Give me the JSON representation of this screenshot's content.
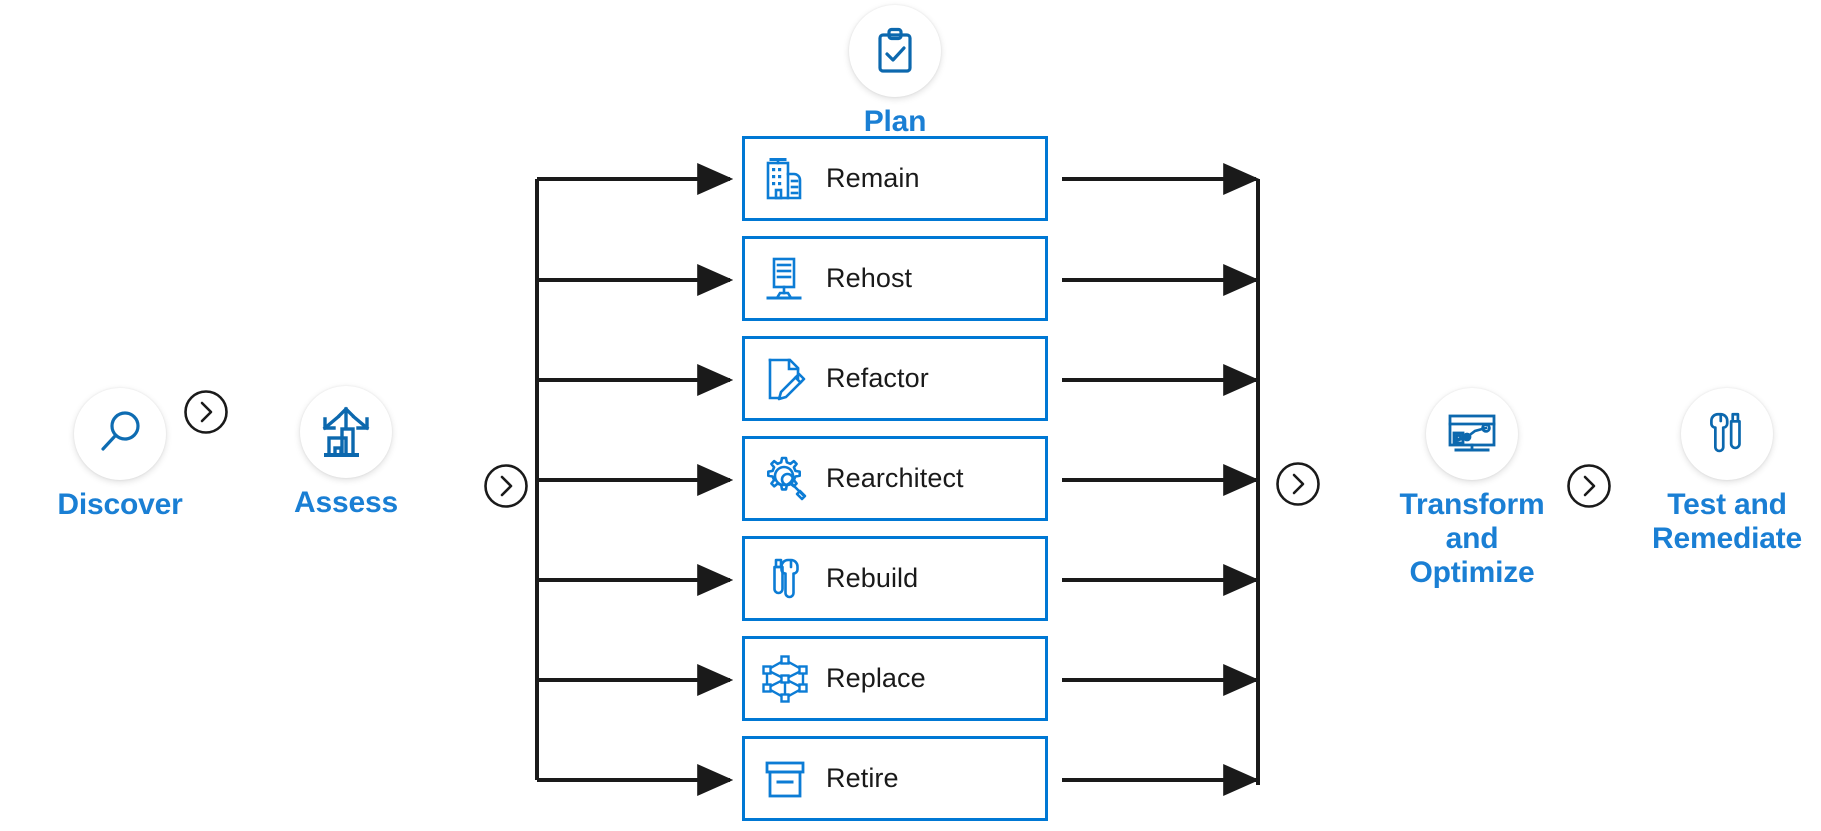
{
  "colors": {
    "brand_blue": "#0078d4",
    "label_blue": "#1a7fd4",
    "connector_black": "#1a1a1a",
    "box_text": "#1a1a1a",
    "background": "#ffffff"
  },
  "phases": [
    {
      "id": "discover",
      "label": "Discover",
      "icon": "magnifier-icon"
    },
    {
      "id": "assess",
      "label": "Assess",
      "icon": "assess-buildings-arrows-icon"
    },
    {
      "id": "plan",
      "label": "Plan",
      "icon": "clipboard-check-icon"
    },
    {
      "id": "transform",
      "label": "Transform\nand\nOptimize",
      "icon": "chart-board-icon"
    },
    {
      "id": "test",
      "label": "Test and\nRemediate",
      "icon": "tools-icon"
    }
  ],
  "chevrons": [
    {
      "id": "chevron-discover-assess",
      "icon": "chevron-right-circle-icon"
    },
    {
      "id": "chevron-assess-plan",
      "icon": "chevron-right-circle-icon"
    },
    {
      "id": "chevron-plan-transform",
      "icon": "chevron-right-circle-icon"
    },
    {
      "id": "chevron-transform-test",
      "icon": "chevron-right-circle-icon"
    }
  ],
  "plan_options": [
    {
      "id": "remain",
      "label": "Remain",
      "icon": "office-building-icon"
    },
    {
      "id": "rehost",
      "label": "Rehost",
      "icon": "server-icon"
    },
    {
      "id": "refactor",
      "label": "Refactor",
      "icon": "document-pencil-icon"
    },
    {
      "id": "rearchitect",
      "label": "Rearchitect",
      "icon": "gear-magnifier-icon"
    },
    {
      "id": "rebuild",
      "label": "Rebuild",
      "icon": "screwdriver-wrench-icon"
    },
    {
      "id": "replace",
      "label": "Replace",
      "icon": "wireframe-cube-icon"
    },
    {
      "id": "retire",
      "label": "Retire",
      "icon": "archive-box-icon"
    }
  ]
}
